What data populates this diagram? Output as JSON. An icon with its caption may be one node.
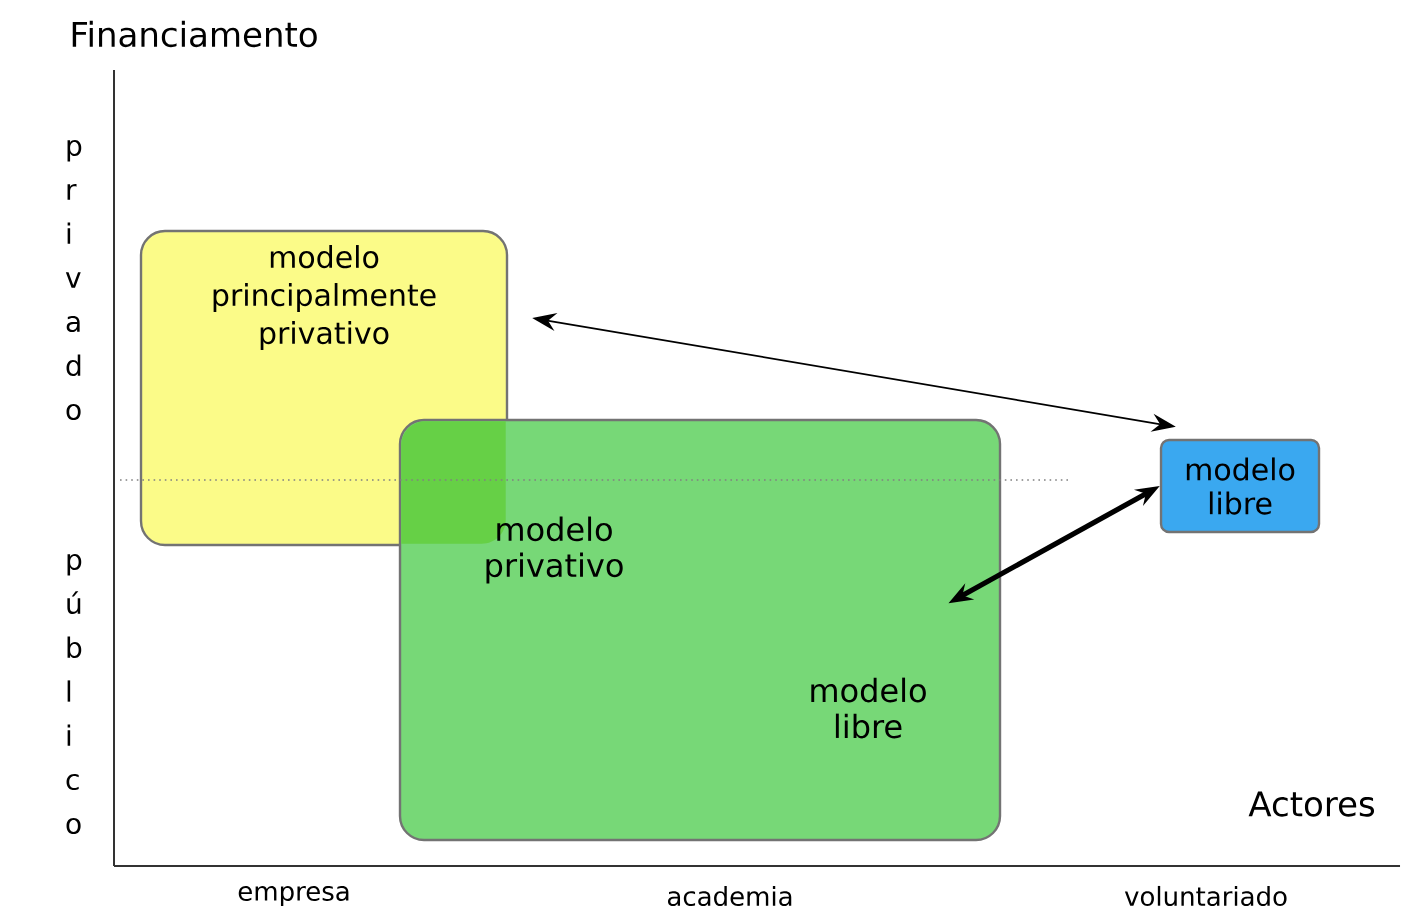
{
  "diagram": {
    "nodes": [
      {
        "text": [
          "modelo principalmente privativo"
        ]
      },
      {
        "text": [],
        "shape": "box"
      },
      {
        "text": [
          "modelo privativo"
        ],
        "in": 1
      },
      {
        "text": [
          "modelo libre"
        ],
        "in": 1
      },
      {
        "text": [
          "modelo libre"
        ]
      }
    ],
    "edges": [
      {
        "from": 4,
        "to": 0,
        "arrow": "both"
      },
      {
        "from": 4,
        "to": 3,
        "arrow": "both",
        "style": "thick"
      }
    ],
    "labels": [
      "Financiamento",
      "privado",
      "público",
      "Actores",
      "empresa",
      "academia",
      "voluntariado"
    ]
  }
}
